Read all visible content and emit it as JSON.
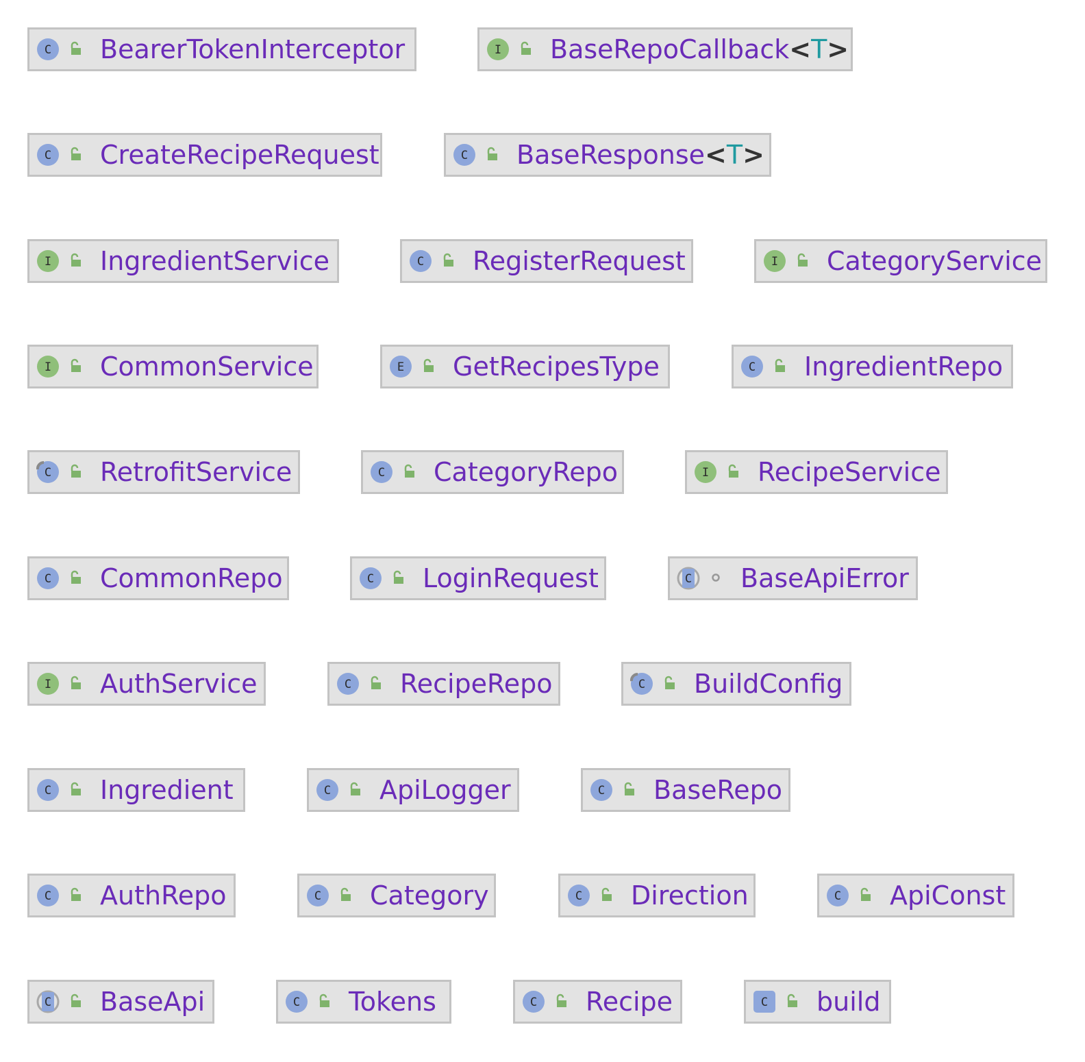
{
  "colors": {
    "box_fill": "#e3e3e3",
    "box_border": "#c3c3c3",
    "name_text": "#6a2bb8",
    "generic_bracket": "#333333",
    "generic_param": "#1f9aa0",
    "class_icon": "#8da6db",
    "interface_icon": "#8fbf7a",
    "visibility_public": "#7fb36b",
    "visibility_package": "#999999"
  },
  "nodes": [
    {
      "name": "BearerTokenInterceptor",
      "kind": "class",
      "visibility": "public"
    },
    {
      "name": "BaseRepoCallback",
      "generic": "T",
      "kind": "interface",
      "visibility": "public"
    },
    {
      "name": "CreateRecipeRequest",
      "kind": "class",
      "visibility": "public"
    },
    {
      "name": "BaseResponse",
      "generic": "T",
      "kind": "class",
      "visibility": "public"
    },
    {
      "name": "IngredientService",
      "kind": "interface",
      "visibility": "public"
    },
    {
      "name": "RegisterRequest",
      "kind": "class",
      "visibility": "public"
    },
    {
      "name": "CategoryService",
      "kind": "interface",
      "visibility": "public"
    },
    {
      "name": "CommonService",
      "kind": "interface",
      "visibility": "public"
    },
    {
      "name": "GetRecipesType",
      "kind": "enum",
      "visibility": "public"
    },
    {
      "name": "IngredientRepo",
      "kind": "class",
      "visibility": "public"
    },
    {
      "name": "RetrofitService",
      "kind": "class-static",
      "visibility": "public"
    },
    {
      "name": "CategoryRepo",
      "kind": "class",
      "visibility": "public"
    },
    {
      "name": "RecipeService",
      "kind": "interface",
      "visibility": "public"
    },
    {
      "name": "CommonRepo",
      "kind": "class",
      "visibility": "public"
    },
    {
      "name": "LoginRequest",
      "kind": "class",
      "visibility": "public"
    },
    {
      "name": "BaseApiError",
      "kind": "abstract-class",
      "visibility": "package"
    },
    {
      "name": "AuthService",
      "kind": "interface",
      "visibility": "public"
    },
    {
      "name": "RecipeRepo",
      "kind": "class",
      "visibility": "public"
    },
    {
      "name": "BuildConfig",
      "kind": "class-static",
      "visibility": "public"
    },
    {
      "name": "Ingredient",
      "kind": "class",
      "visibility": "public"
    },
    {
      "name": "ApiLogger",
      "kind": "class",
      "visibility": "public"
    },
    {
      "name": "BaseRepo",
      "kind": "class",
      "visibility": "public"
    },
    {
      "name": "AuthRepo",
      "kind": "class",
      "visibility": "public"
    },
    {
      "name": "Category",
      "kind": "class",
      "visibility": "public"
    },
    {
      "name": "Direction",
      "kind": "class",
      "visibility": "public"
    },
    {
      "name": "ApiConst",
      "kind": "class",
      "visibility": "public"
    },
    {
      "name": "BaseApi",
      "kind": "abstract-class",
      "visibility": "public"
    },
    {
      "name": "Tokens",
      "kind": "class",
      "visibility": "public"
    },
    {
      "name": "Recipe",
      "kind": "class",
      "visibility": "public"
    },
    {
      "name": "build",
      "kind": "file-class",
      "visibility": "public"
    }
  ]
}
